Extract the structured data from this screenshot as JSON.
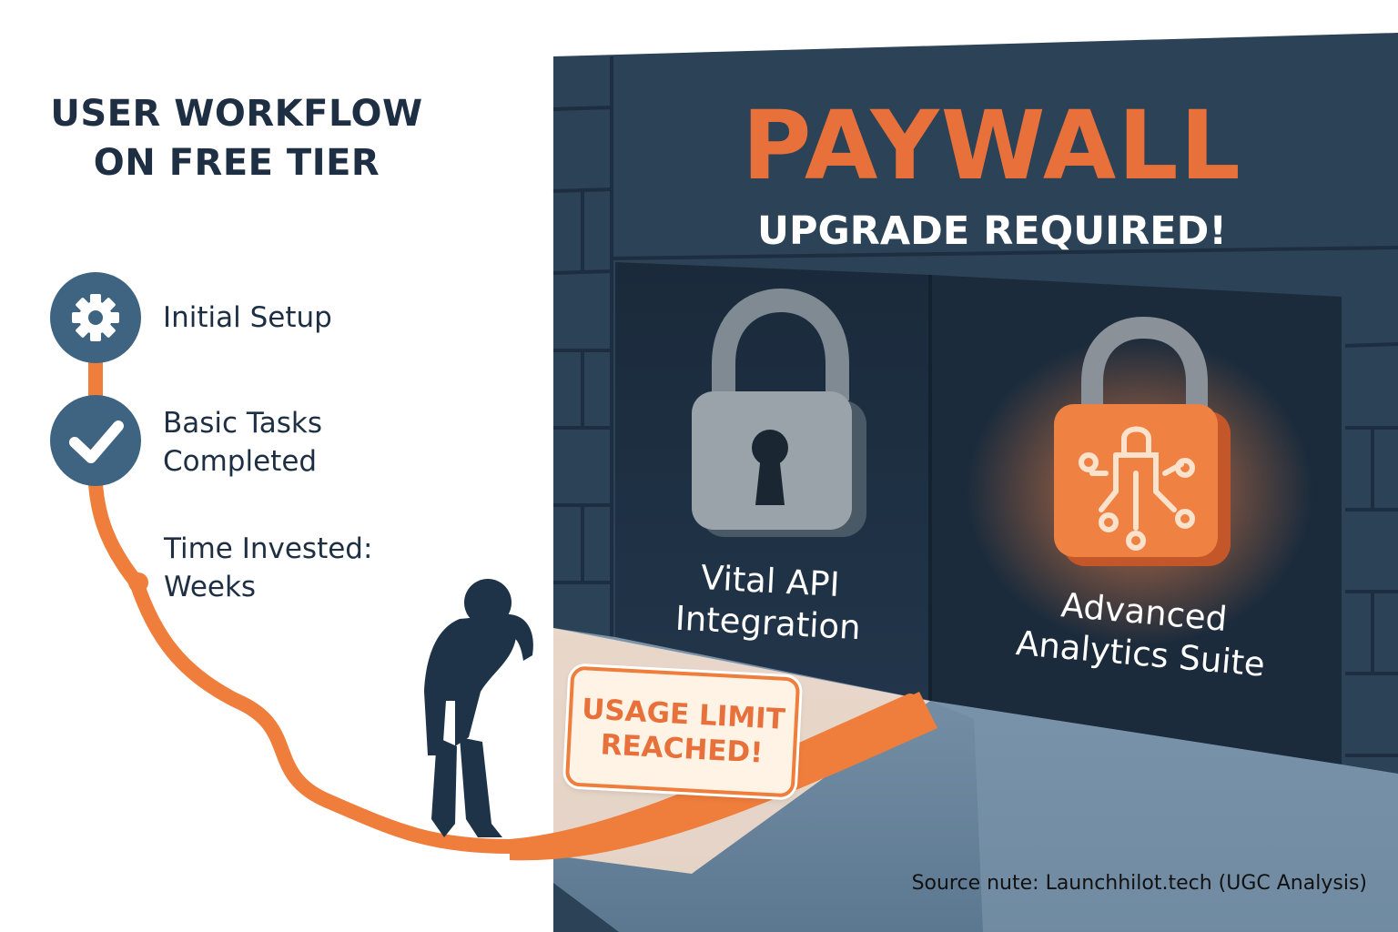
{
  "workflow": {
    "title_line1": "USER WORKFLOW",
    "title_line2": "ON FREE TIER",
    "steps": [
      {
        "label": "Initial Setup",
        "icon": "gear-icon",
        "completed": false
      },
      {
        "label": "Basic Tasks\nCompleted",
        "icon": "checkmark-icon",
        "completed": true
      },
      {
        "label": "Time Invested:\nWeeks",
        "icon": null,
        "completed": false
      }
    ]
  },
  "paywall": {
    "title": "PAYWALL",
    "subtitle": "UPGRADE REQUIRED!",
    "features": [
      {
        "label": "Vital API\nIntegration",
        "icon": "padlock-icon",
        "highlighted": false
      },
      {
        "label": "Advanced\nAnalytics Suite",
        "icon": "analytics-padlock-icon",
        "highlighted": true
      }
    ]
  },
  "limit_badge": {
    "text": "USAGE LIMIT\nREACHED!"
  },
  "source_note": "Source nute: Launchhilot.tech (UGC Analysis)",
  "colors": {
    "accent_orange": "#e8703a",
    "wall_navy": "#2c4256",
    "dark_navy": "#1e2f44",
    "step_blue": "#3f6482",
    "floor_blue": "#6f8ba3"
  }
}
